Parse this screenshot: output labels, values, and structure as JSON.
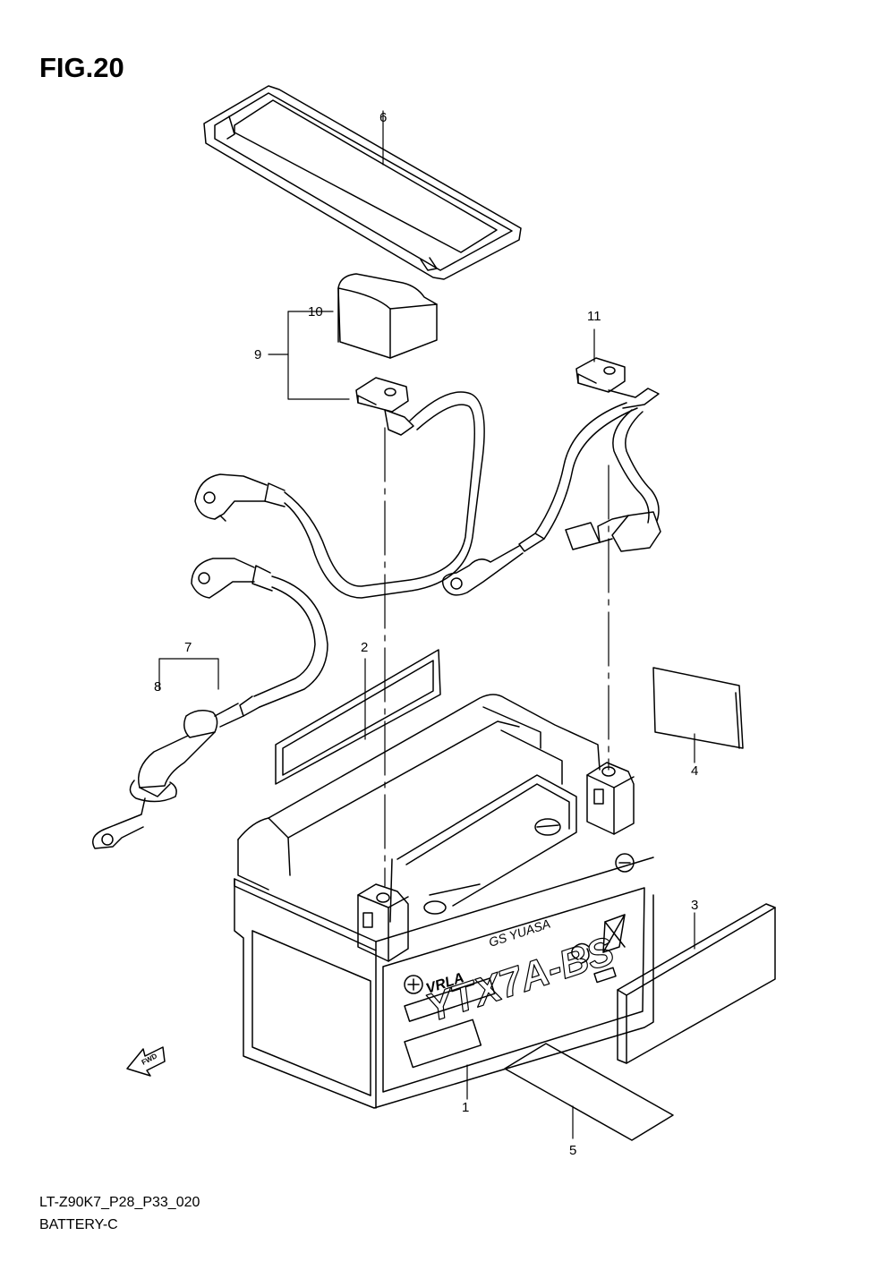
{
  "figure": {
    "title": "FIG.20"
  },
  "callouts": {
    "c1": "1",
    "c2": "2",
    "c3": "3",
    "c4": "4",
    "c5": "5",
    "c6": "6",
    "c7": "7",
    "c8": "8",
    "c9": "9",
    "c10": "10",
    "c11": "11"
  },
  "battery": {
    "model": "YTX7A-BS",
    "type": "VRLA",
    "brand": "GS YUASA"
  },
  "fwd": {
    "label": "FWD"
  },
  "footer": {
    "code": "LT-Z90K7_P28_P33_020",
    "name": "BATTERY-C"
  }
}
